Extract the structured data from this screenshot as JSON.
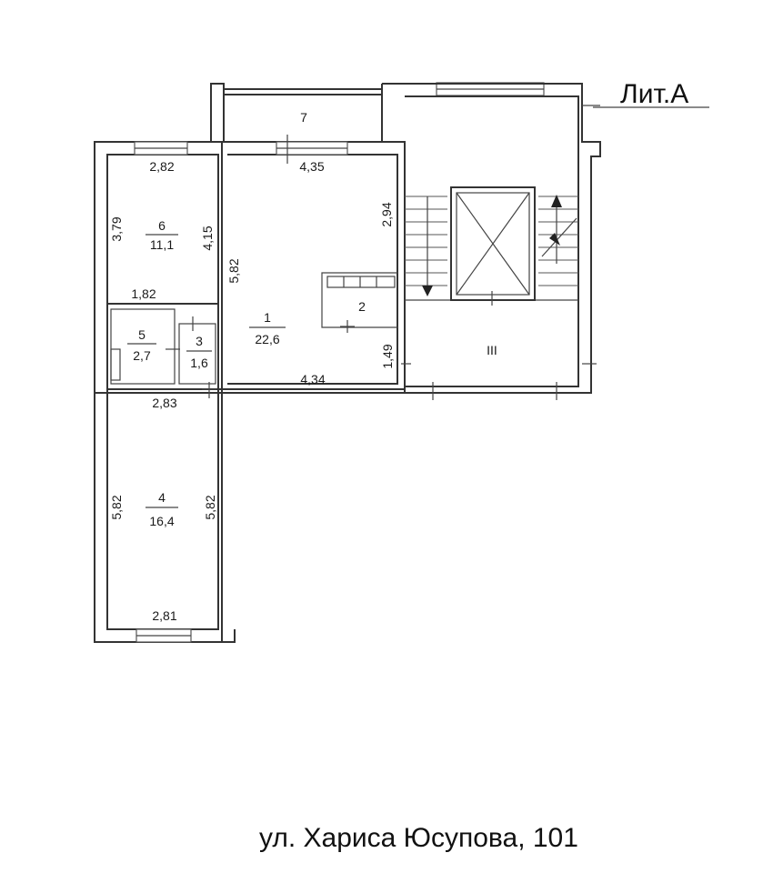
{
  "building_label": "Лит.А",
  "address": "ул. Хариса Юсупова, 101",
  "rooms": [
    {
      "id": "room-1",
      "number": "1",
      "area": "22,6"
    },
    {
      "id": "room-2",
      "number": "2",
      "area": ""
    },
    {
      "id": "room-3",
      "number": "3",
      "area": "1,6"
    },
    {
      "id": "room-4",
      "number": "4",
      "area": "16,4"
    },
    {
      "id": "room-5",
      "number": "5",
      "area": "2,7"
    },
    {
      "id": "room-6",
      "number": "6",
      "area": "11,1"
    },
    {
      "id": "room-7",
      "number": "7",
      "area": ""
    },
    {
      "id": "stairwell",
      "number": "III",
      "area": ""
    }
  ],
  "dimensions": {
    "room6_top": "2,82",
    "room1_top": "4,35",
    "room6_left": "3,79",
    "room6_right": "4,15",
    "room1_left": "5,82",
    "room1_right_upper": "2,94",
    "bath_top": "1,82",
    "room1_right_lower": "1,49",
    "room1_bottom": "4,34",
    "room4_top": "2,83",
    "room4_left": "5,82",
    "room4_right": "5,82",
    "room4_bottom": "2,81"
  }
}
